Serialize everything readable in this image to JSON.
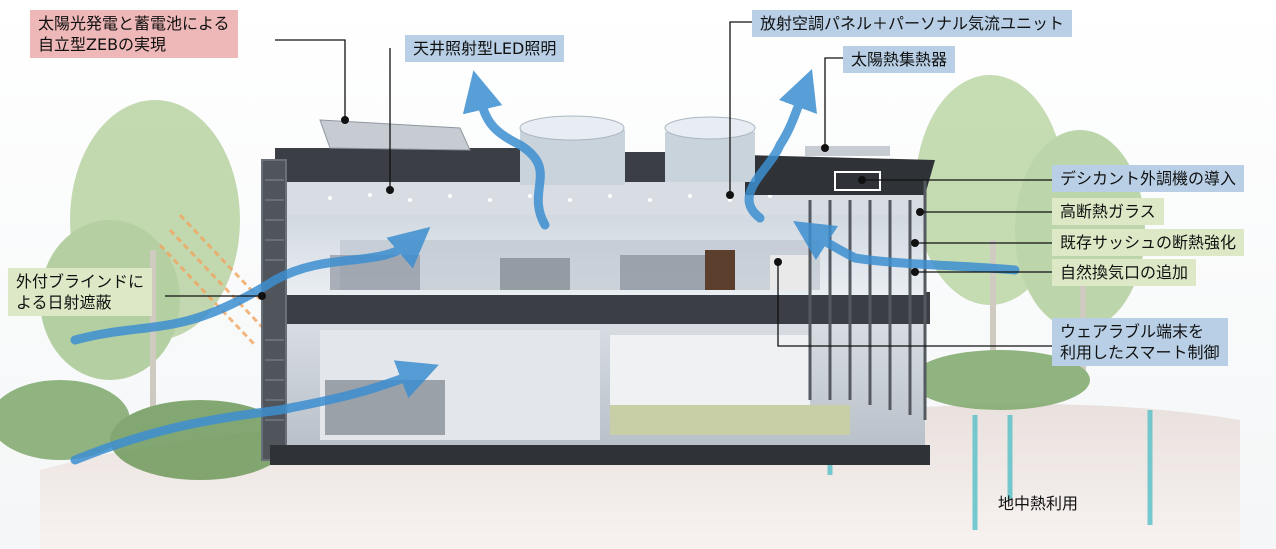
{
  "labels": {
    "solar_zeb": [
      "太陽光発電と蓄電池による",
      "自立型ZEBの実現"
    ],
    "led": "天井照射型LED照明",
    "radiant": "放射空調パネル＋パーソナル気流ユニット",
    "solar_heat": "太陽熱集熱器",
    "desiccant": "デシカント外調機の導入",
    "glass": "高断熱ガラス",
    "sash": "既存サッシュの断熱強化",
    "vent": "自然換気口の追加",
    "wearable": [
      "ウェアラブル端末を",
      "利用したスマート制御"
    ],
    "blind": [
      "外付ブラインドに",
      "よる日射遮蔽"
    ],
    "geo": "地中熱利用"
  },
  "colors": {
    "label_blue": "#b8cfe6",
    "label_green": "#dde9c6",
    "label_pink": "#eeb8b8",
    "airflow_arrow": "#3d8fd1",
    "roof_dark": "#3b3e44",
    "geo_pipe": "#5fc3c9",
    "sunlight": "#f2a560"
  },
  "icons": [
    "airflow-arrow-icon",
    "callout-dot-icon",
    "tree-icon",
    "skylight-icon",
    "solar-panel-icon"
  ]
}
